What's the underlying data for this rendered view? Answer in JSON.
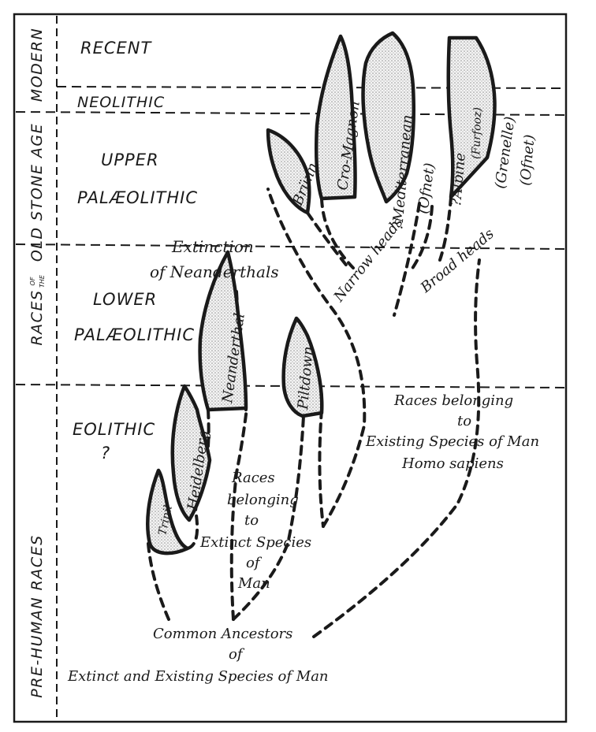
{
  "periods": {
    "recent": "RECENT",
    "neolithic": "NEOLITHIC",
    "upper_1": "UPPER",
    "upper_2": "PALÆOLITHIC",
    "lower_1": "LOWER",
    "lower_2": "PALÆOLITHIC",
    "eolithic": "EOLITHIC",
    "eolithic_q": "?"
  },
  "side_labels": {
    "modern": "MODERN",
    "races_prefix": "RACES",
    "of_the_1": "OF",
    "of_the_2": "THE",
    "old_stone_age": "OLD STONE AGE",
    "pre_human": "PRE-HUMAN RACES"
  },
  "branches": {
    "trinil": "Trinil",
    "heidelberg": "Heidelberg",
    "neanderthal": "Neanderthal",
    "piltdown": "Piltdown",
    "brunn": "Brünn",
    "cro_magnon": "Cro-Magnon",
    "mediterranean": "?Mediterranean",
    "ofnet_1": "(Ofnet)",
    "alpine": "?Alpine",
    "furfooz": "(Furfooz)",
    "grenelle": "(Grenelle)",
    "ofnet_2": "(Ofnet)",
    "narrow_heads": "Narrow heads",
    "broad_heads": "Broad heads"
  },
  "annotations": {
    "extinction_1": "Extinction",
    "extinction_2": "of Neanderthals",
    "extinct_1": "Races",
    "extinct_2": "belonging",
    "extinct_3": "to",
    "extinct_4": "Extinct Species",
    "extinct_5": "of",
    "extinct_6": "Man",
    "existing_1": "Races belonging",
    "existing_2": "to",
    "existing_3": "Existing Species of Man",
    "existing_4": "Homo sapiens",
    "common_1": "Common Ancestors",
    "common_2": "of",
    "common_3": "Extinct and Existing Species of Man"
  },
  "colors": {
    "ink": "#1a1a1a",
    "paper": "#ffffff",
    "stipple": "#b9b9b9"
  }
}
